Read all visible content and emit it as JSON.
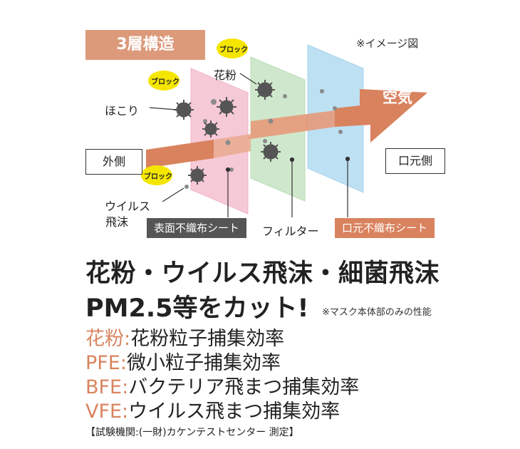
{
  "diagram": {
    "title": "3層構造",
    "image_note": "※イメージ図",
    "outside_label": "外側",
    "mouth_side_label": "口元側",
    "air_label": "空気",
    "block_label": "ブロック",
    "particles": {
      "pollen": "花粉",
      "dust": "ほこり",
      "virus_line1": "ウイルス",
      "virus_line2": "飛沫"
    },
    "layers": {
      "outer": "表面不織布シート",
      "filter": "フィルター",
      "inner": "口元不織布シート"
    },
    "colors": {
      "outer_layer": "#f6c9d6",
      "filter_layer": "#cfe8cd",
      "inner_layer": "#bde0f3",
      "arrow": "#d9825e",
      "badge": "#dc9a7b",
      "block_tag": "#f5e600"
    }
  },
  "headline": {
    "line1": "花粉・ウイルス飛沫・細菌飛沫",
    "line2": "PM2.5等をカット!",
    "note": "※マスク本体部のみの性能"
  },
  "efficiency": [
    {
      "key": "花粉:",
      "value": "花粉粒子捕集効率"
    },
    {
      "key": "PFE:",
      "value": "微小粒子捕集効率"
    },
    {
      "key": "BFE:",
      "value": "バクテリア飛まつ捕集効率"
    },
    {
      "key": "VFE:",
      "value": "ウイルス飛まつ捕集効率"
    }
  ],
  "footer": {
    "note": "【試験機関:(一財)カケンテストセンター 測定】"
  }
}
